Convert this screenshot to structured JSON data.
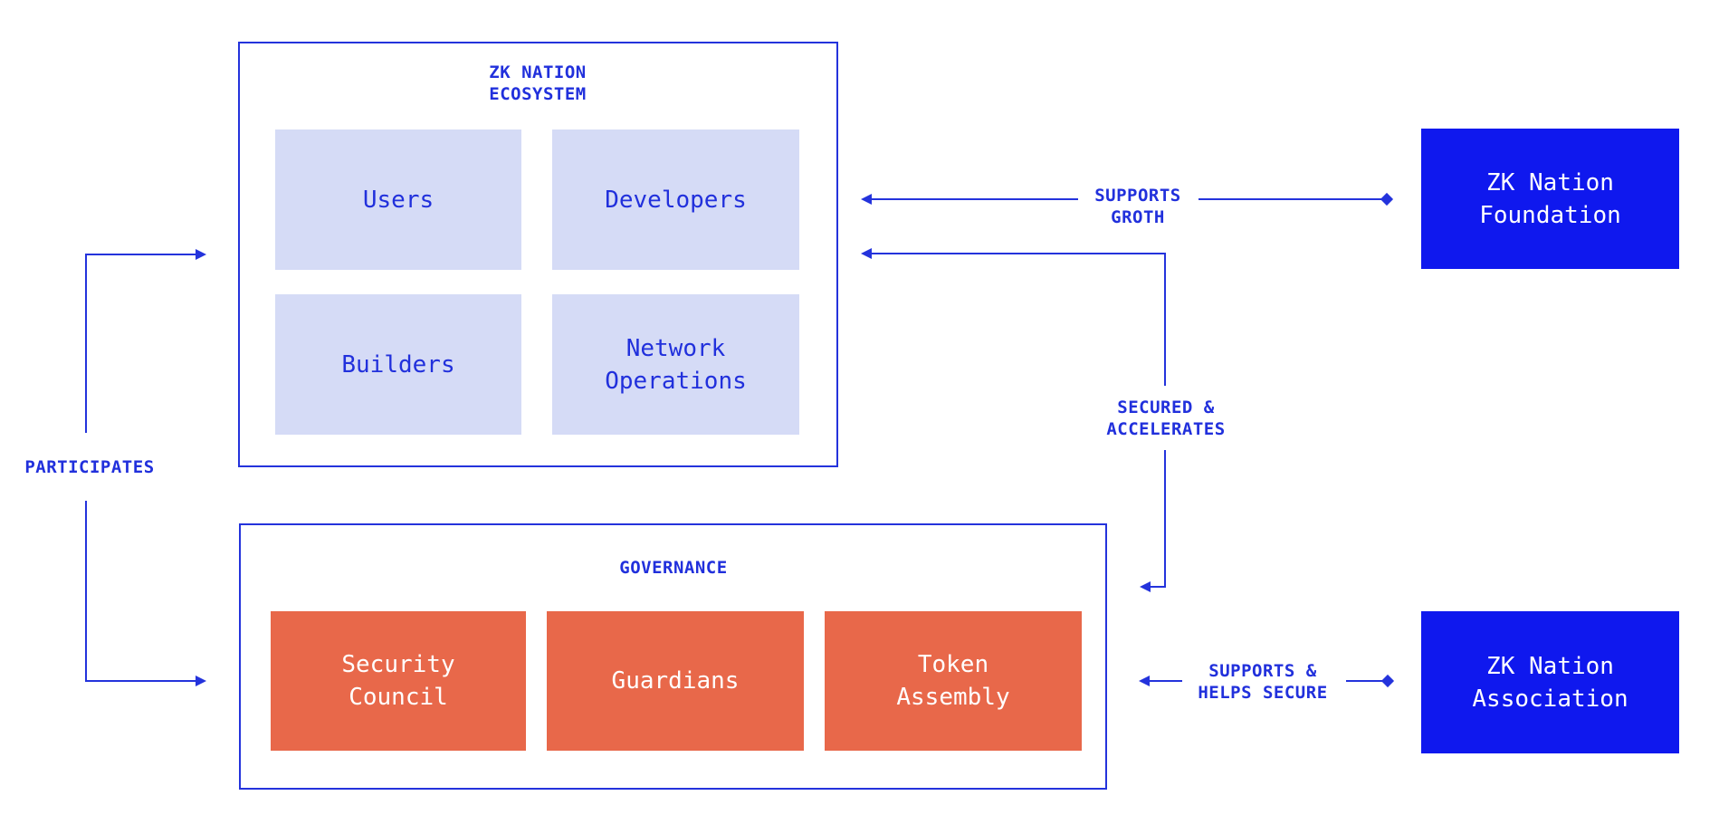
{
  "colors": {
    "line_blue": "#2433dc",
    "text_blue": "#2130dc",
    "solid_blue": "#0f18ee",
    "lavender": "#d5dbf6",
    "orange": "#e8684a",
    "white_text": "#ffffff",
    "background": "#ffffff"
  },
  "ecosystem": {
    "title": "ZK NATION\nECOSYSTEM",
    "items": [
      "Users",
      "Developers",
      "Builders",
      "Network\nOperations"
    ]
  },
  "governance": {
    "title": "GOVERNANCE",
    "items": [
      "Security\nCouncil",
      "Guardians",
      "Token\nAssembly"
    ]
  },
  "external_entities": [
    "ZK Nation\nFoundation",
    "ZK Nation\nAssociation"
  ],
  "connectors": {
    "supports_growth": "SUPPORTS\nGROTH",
    "secured_accelerates": "SECURED &\nACCELERATES",
    "supports_helps_secure": "SUPPORTS &\nHELPS SECURE",
    "participates": "PARTICIPATES"
  }
}
